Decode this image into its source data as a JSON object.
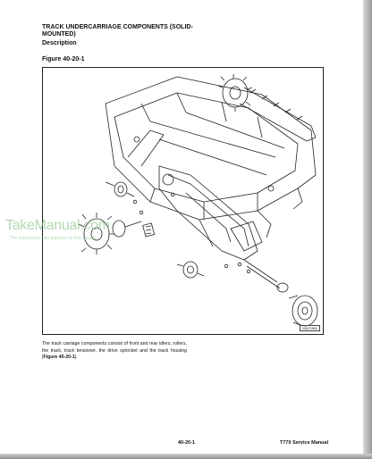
{
  "document": {
    "section_title": "TRACK UNDERCARRIAGE COMPONENTS (SOLID-MOUNTED)",
    "subheading": "Description",
    "figure_label": "Figure 40-20-1",
    "figure_code": "M027860",
    "body_text_main": "The track carriage components consist of front and rear idlers, rollers, the track, track tensioner, the drive sprocket and the track housing [",
    "body_text_ref": "Figure 40-20-1",
    "body_text_end": "].",
    "footer_page": "40-20-1",
    "footer_manual": "T770 Service Manual"
  },
  "watermark": {
    "logo_text": "TakeManual.com",
    "note": "The watermark only appears on this sample"
  },
  "icons": {
    "drawing": "track-undercarriage-exploded-diagram"
  }
}
